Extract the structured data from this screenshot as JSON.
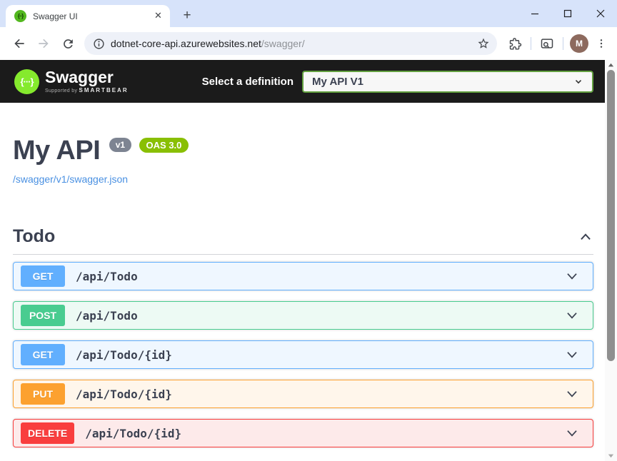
{
  "browser": {
    "tab_title": "Swagger UI",
    "favicon_glyph": "{··}",
    "close_tab_glyph": "✕",
    "new_tab_glyph": "+",
    "url": {
      "host": "dotnet-core-api.azurewebsites.net",
      "path": "/swagger/"
    },
    "avatar_initial": "M"
  },
  "topbar": {
    "logo_glyph": "{···}",
    "logo_text": "Swagger",
    "supported_by": "Supported by",
    "supported_brand": "SMARTBEAR",
    "select_label": "Select a definition",
    "selected_definition": "My API V1"
  },
  "api_info": {
    "title": "My API",
    "version_badge": "v1",
    "oas_badge": "OAS 3.0",
    "spec_link": "/swagger/v1/swagger.json"
  },
  "section": {
    "title": "Todo",
    "expanded": true
  },
  "operations": [
    {
      "method": "GET",
      "path": "/api/Todo",
      "color": "#61affe",
      "bg": "#eff7ff"
    },
    {
      "method": "POST",
      "path": "/api/Todo",
      "color": "#49cc90",
      "bg": "#edfaf4"
    },
    {
      "method": "GET",
      "path": "/api/Todo/{id}",
      "color": "#61affe",
      "bg": "#eff7ff"
    },
    {
      "method": "PUT",
      "path": "/api/Todo/{id}",
      "color": "#fca130",
      "bg": "#fff6eb"
    },
    {
      "method": "DELETE",
      "path": "/api/Todo/{id}",
      "color": "#f93e3e",
      "bg": "#fdeaea"
    }
  ],
  "colors": {
    "tabstrip_bg": "#d7e3fa",
    "omnibox_bg": "#eef1f8",
    "topbar_bg": "#1b1b1b",
    "logo_green": "#85ea2d",
    "favicon_green": "#53b81f",
    "select_border": "#62a03f",
    "heading_text": "#3b4151",
    "version_badge_bg": "#7d8492",
    "oas_badge_bg": "#89bf04",
    "link_blue": "#4990e2",
    "get": "#61affe",
    "post": "#49cc90",
    "put": "#fca130",
    "delete": "#f93e3e",
    "avatar_bg": "#8d6a5e"
  }
}
